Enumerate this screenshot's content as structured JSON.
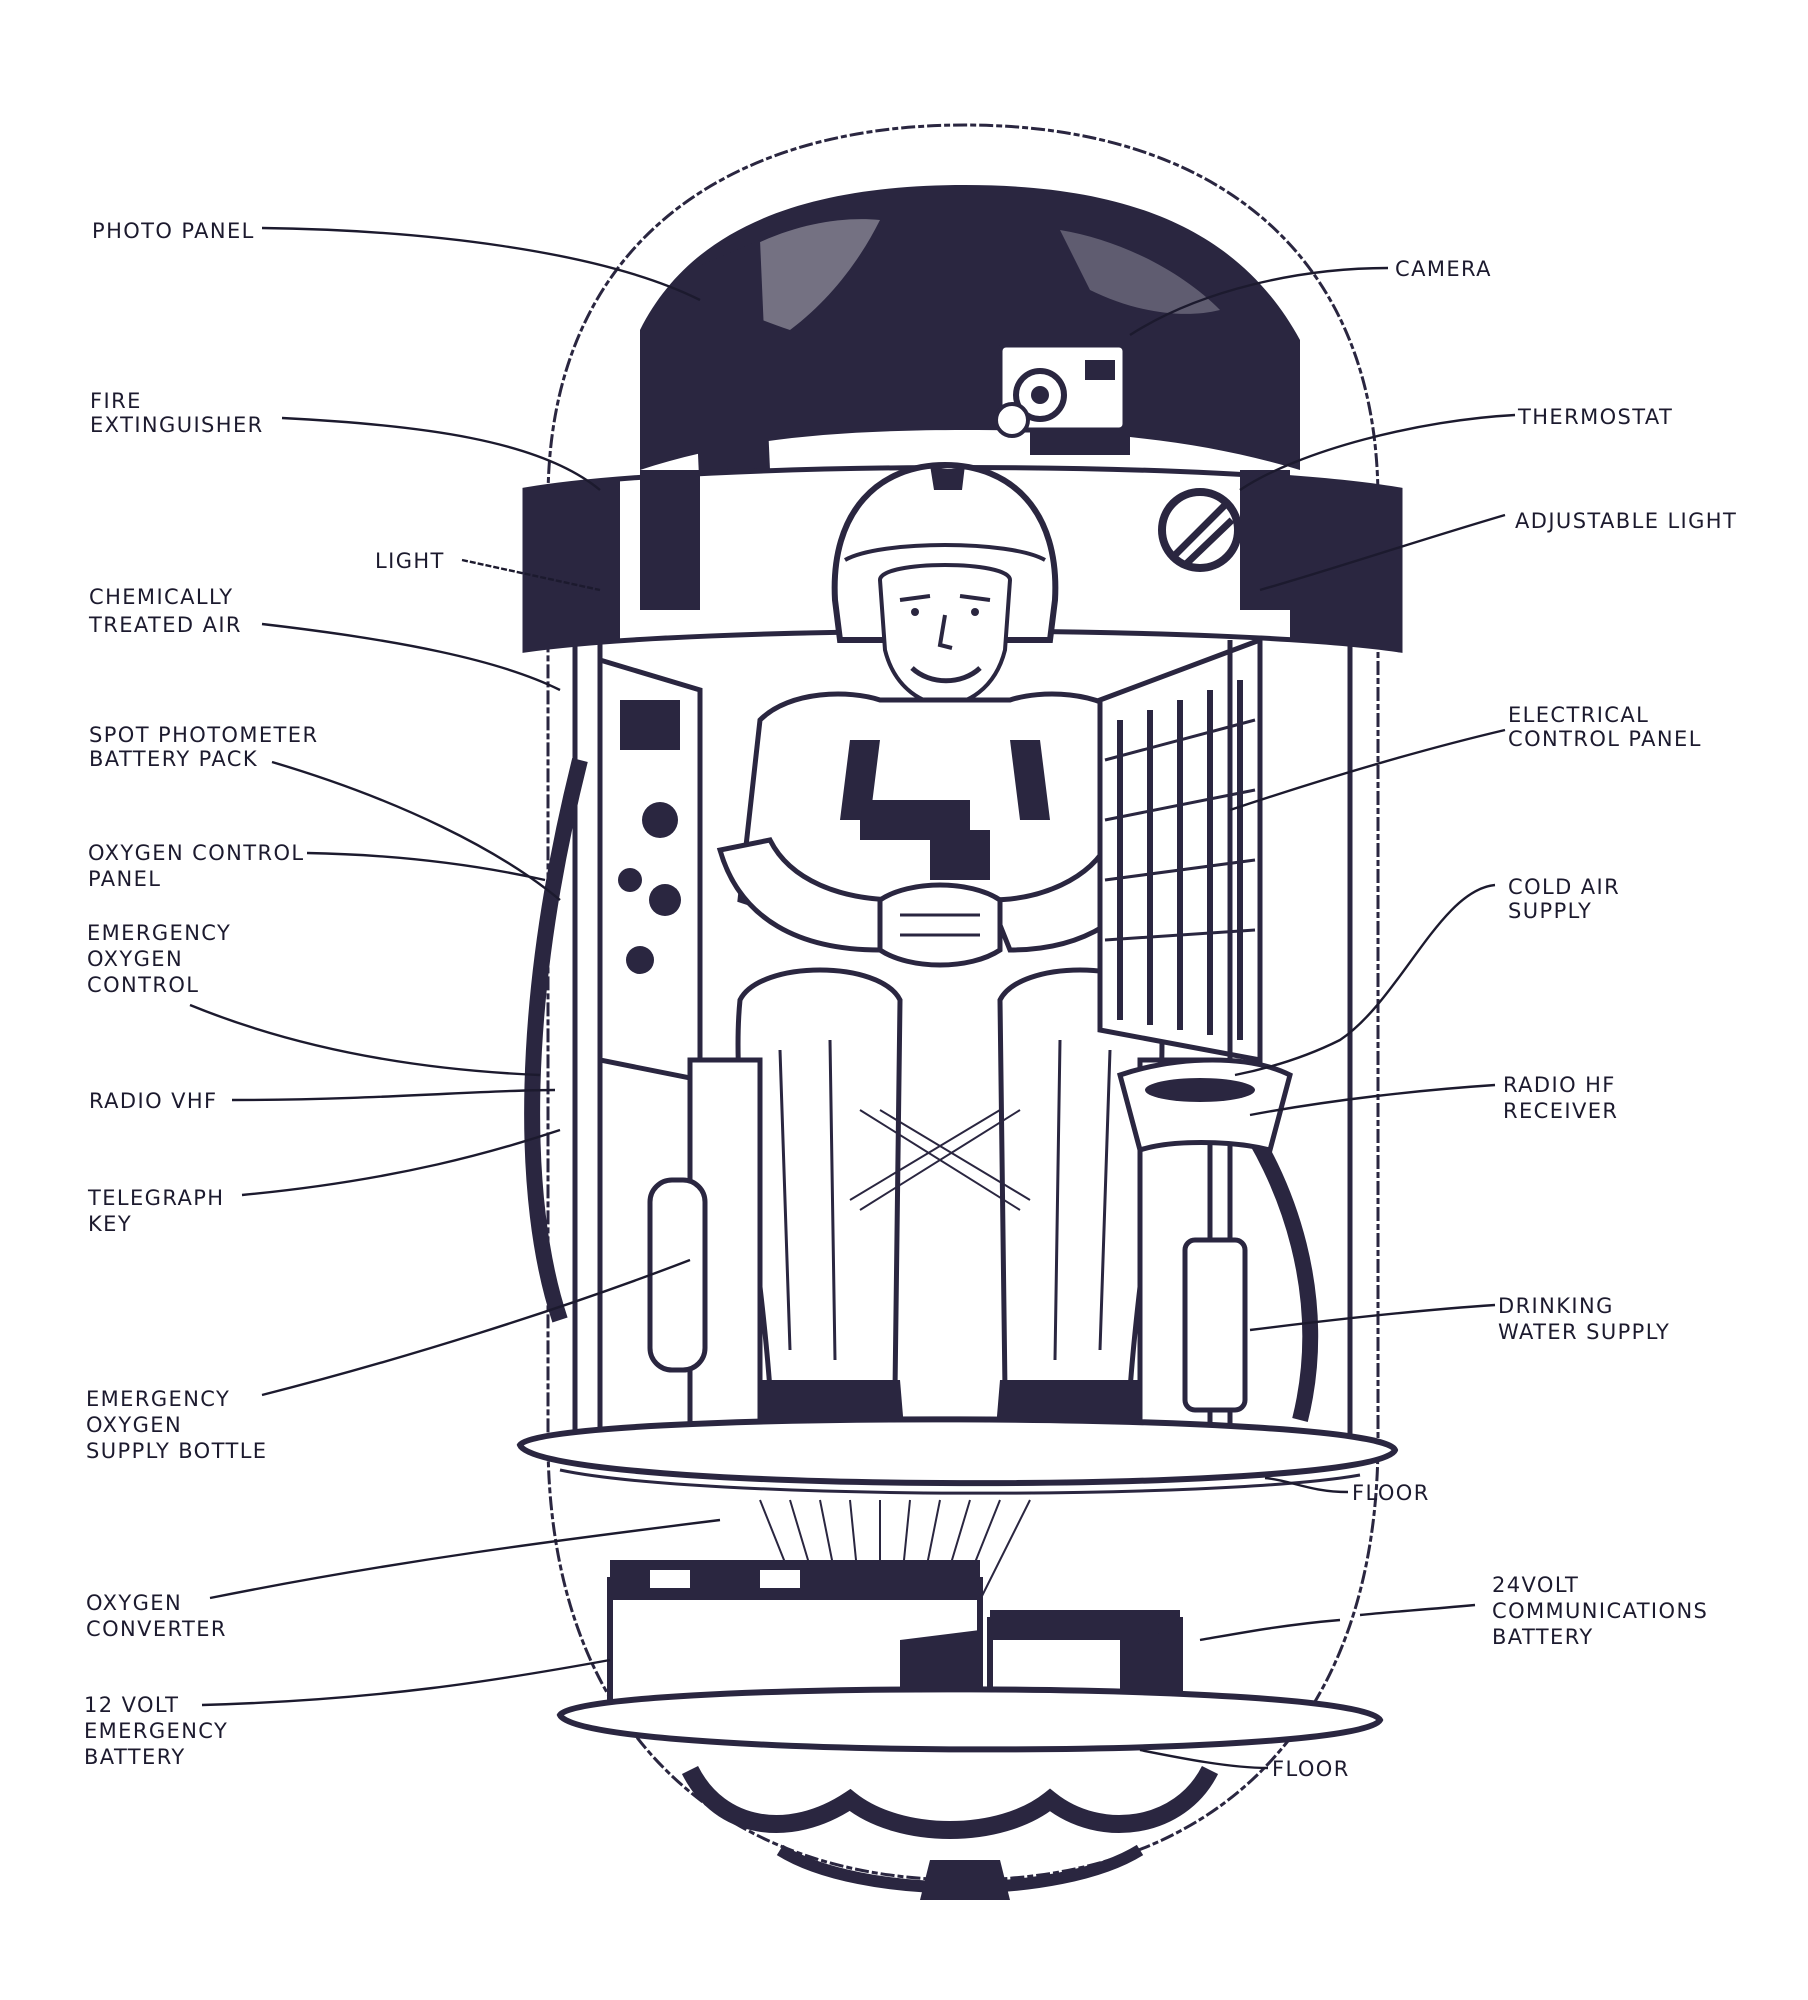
{
  "labels": {
    "photo_panel": "PHOTO PANEL",
    "fire_extinguisher": [
      "FIRE",
      "EXTINGUISHER"
    ],
    "light": "LIGHT",
    "chemically_treated_air": [
      "CHEMICALLY",
      "TREATED AIR"
    ],
    "spot_photometer_battery_pack": [
      "SPOT PHOTOMETER",
      "BATTERY PACK"
    ],
    "oxygen_control_panel": [
      "OXYGEN CONTROL",
      "PANEL"
    ],
    "emergency_oxygen_control": [
      "EMERGENCY",
      "OXYGEN",
      "CONTROL"
    ],
    "radio_vhf": "RADIO VHF",
    "telegraph_key": [
      "TELEGRAPH",
      "KEY"
    ],
    "emergency_oxygen_supply_bottle": [
      "EMERGENCY",
      "OXYGEN",
      "SUPPLY BOTTLE"
    ],
    "oxygen_converter": [
      "OXYGEN",
      "CONVERTER"
    ],
    "emergency_battery_12v": [
      "12 VOLT",
      "EMERGENCY",
      "BATTERY"
    ],
    "camera": "CAMERA",
    "thermostat": "THERMOSTAT",
    "adjustable_light": "ADJUSTABLE LIGHT",
    "electrical_control_panel": [
      "ELECTRICAL",
      "CONTROL PANEL"
    ],
    "cold_air_supply": [
      "COLD AIR",
      "SUPPLY"
    ],
    "radio_hf_receiver": [
      "RADIO HF",
      "RECEIVER"
    ],
    "drinking_water_supply": [
      "DRINKING",
      "WATER SUPPLY"
    ],
    "floor_upper": "FLOOR",
    "communications_battery_24v": [
      "24VOLT",
      "COMMUNICATIONS",
      "BATTERY"
    ],
    "floor_lower": "FLOOR"
  },
  "colors": {
    "ink": "#2a2640",
    "label_text": "#1c1a2e",
    "paper": "#ffffff"
  }
}
